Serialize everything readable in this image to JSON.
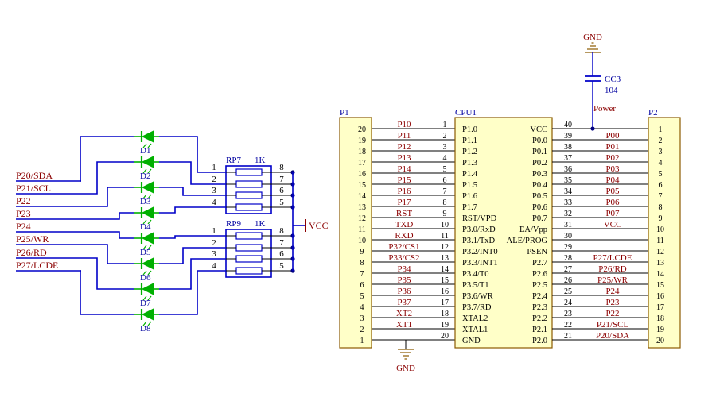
{
  "colors": {
    "wire": "#0000c8",
    "net_label": "#8b0000",
    "designator": "#0000a0",
    "chip_fill": "#ffffc8",
    "chip_stroke": "#8b5a00",
    "led": "#00b000",
    "pin": "#000000"
  },
  "left": {
    "nets": [
      "P20/SDA",
      "P21/SCL",
      "P22",
      "P23",
      "P24",
      "P25/WR",
      "P26/RD",
      "P27/LCDE"
    ],
    "leds": [
      "D1",
      "D2",
      "D3",
      "D4",
      "D5",
      "D6",
      "D7",
      "D8"
    ],
    "packs": [
      {
        "name": "RP7",
        "value": "1K",
        "left_pins": [
          "1",
          "2",
          "3",
          "4"
        ],
        "right_pins": [
          "8",
          "7",
          "6",
          "5"
        ]
      },
      {
        "name": "RP9",
        "value": "1K",
        "left_pins": [
          "1",
          "2",
          "3",
          "4"
        ],
        "right_pins": [
          "8",
          "7",
          "6",
          "5"
        ]
      }
    ],
    "vcc": "VCC"
  },
  "p1": {
    "name": "P1",
    "pins": [
      "20",
      "19",
      "18",
      "17",
      "16",
      "15",
      "14",
      "13",
      "12",
      "11",
      "10",
      "9",
      "8",
      "7",
      "6",
      "5",
      "4",
      "3",
      "2",
      "1"
    ],
    "nets": [
      "P10",
      "P11",
      "P12",
      "P13",
      "P14",
      "P15",
      "P16",
      "P17",
      "RST",
      "TXD",
      "RXD",
      "P32/CS1",
      "P33/CS2",
      "P34",
      "P35",
      "P36",
      "P37",
      "XT2",
      "XT1",
      ""
    ],
    "gnd": "GND"
  },
  "cpu": {
    "name": "CPU1",
    "left_pin_numbers": [
      "1",
      "2",
      "3",
      "4",
      "5",
      "6",
      "7",
      "8",
      "9",
      "10",
      "11",
      "12",
      "13",
      "14",
      "15",
      "16",
      "17",
      "18",
      "19",
      "20"
    ],
    "left_pin_names": [
      "P1.0",
      "P1.1",
      "P1.2",
      "P1.3",
      "P1.4",
      "P1.5",
      "P1.6",
      "P1.7",
      "RST/VPD",
      "P3.0/RxD",
      "P3.1/TxD",
      "P3.2/INT0",
      "P3.3/INT1",
      "P3.4/T0",
      "P3.5/T1",
      "P3.6/WR",
      "P3.7/RD",
      "XTAL2",
      "XTAL1",
      "GND"
    ],
    "right_pin_numbers": [
      "40",
      "39",
      "38",
      "37",
      "36",
      "35",
      "34",
      "33",
      "32",
      "31",
      "30",
      "29",
      "28",
      "27",
      "26",
      "25",
      "24",
      "23",
      "22",
      "21"
    ],
    "right_pin_names": [
      "VCC",
      "P0.0",
      "P0.1",
      "P0.2",
      "P0.3",
      "P0.4",
      "P0.5",
      "P0.6",
      "P0.7",
      "EA/Vpp",
      "ALE/PROG",
      "PSEN",
      "P2.7",
      "P2.6",
      "P2.5",
      "P2.4",
      "P2.3",
      "P2.2",
      "P2.1",
      "P2.0"
    ]
  },
  "p2": {
    "name": "P2",
    "pins": [
      "1",
      "2",
      "3",
      "4",
      "5",
      "6",
      "7",
      "8",
      "9",
      "10",
      "11",
      "12",
      "13",
      "14",
      "15",
      "16",
      "17",
      "18",
      "19",
      "20"
    ],
    "nets": [
      "",
      "P00",
      "P01",
      "P02",
      "P03",
      "P04",
      "P05",
      "P06",
      "P07",
      "VCC",
      "",
      "",
      "P27/LCDE",
      "P26/RD",
      "P25/WR",
      "P24",
      "P23",
      "P22",
      "P21/SCL",
      "P20/SDA"
    ]
  },
  "power": {
    "gnd": "GND",
    "cap_name": "CC3",
    "cap_value": "104",
    "label": "Power"
  },
  "gnd_bottom": "GND"
}
